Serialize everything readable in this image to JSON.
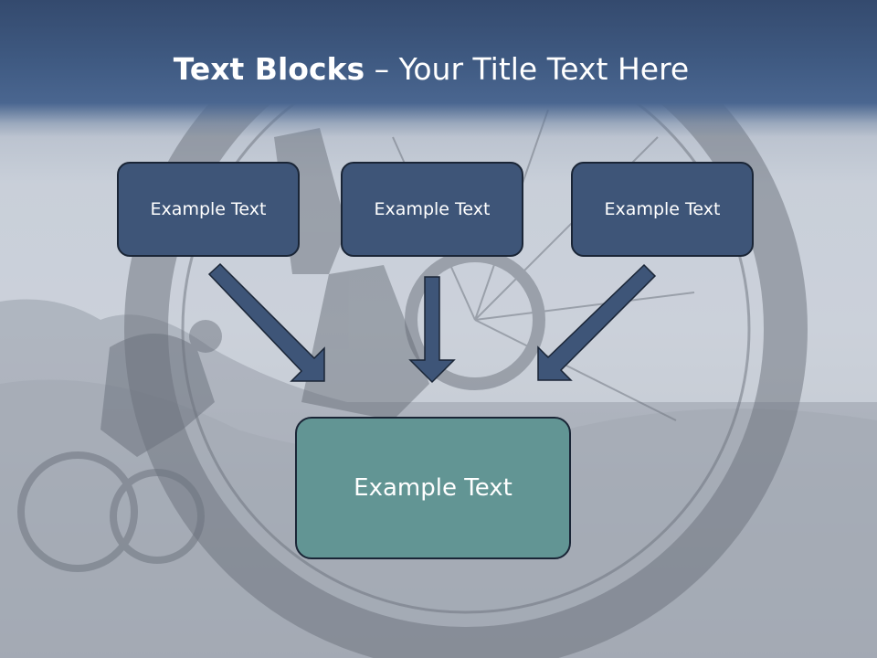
{
  "title": {
    "bold": "Text Blocks",
    "separator": " – ",
    "regular": "Your Title Text Here"
  },
  "boxes": {
    "left": "Example Text",
    "middle": "Example Text",
    "right": "Example Text",
    "bottom": "Example Text"
  },
  "colors": {
    "header": "#3f5a82",
    "box_top": "#3e5578",
    "box_bottom": "#629594",
    "arrow": "#3e5578",
    "arrow_outline": "#1a2536"
  }
}
